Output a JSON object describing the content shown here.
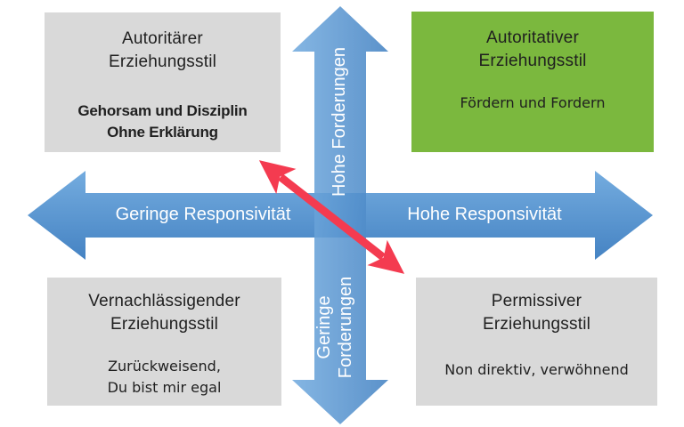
{
  "boxes": {
    "top_left": {
      "title1": "Autoritärer",
      "title2": "Erziehungsstil",
      "body1": "Gehorsam und Disziplin",
      "body2": "Ohne Erklärung"
    },
    "top_right": {
      "title1": "Autoritativer",
      "title2": "Erziehungsstil",
      "body1": "Fördern und Fordern"
    },
    "bottom_left": {
      "title1": "Vernachlässigender",
      "title2": "Erziehungsstil",
      "body1": "Zurückweisend,",
      "body2": "Du bist mir egal"
    },
    "bottom_right": {
      "title1": "Permissiver",
      "title2": "Erziehungsstil",
      "body1": "Non direktiv, verwöhnend"
    }
  },
  "axis": {
    "left": "Geringe Responsivität",
    "right": "Hohe Responsivität",
    "top": "Hohe Forderungen",
    "bottom_line1": "Geringe",
    "bottom_line2": "Forderungen"
  },
  "colors": {
    "box_gray": "#d9d9d9",
    "box_green": "#7bb83e",
    "arrow_blue_light": "#74acdf",
    "arrow_blue_dark": "#4583c3",
    "diagonal_red": "#f43b50",
    "text_dark": "#1f1f1f",
    "label_white": "#ffffff"
  }
}
